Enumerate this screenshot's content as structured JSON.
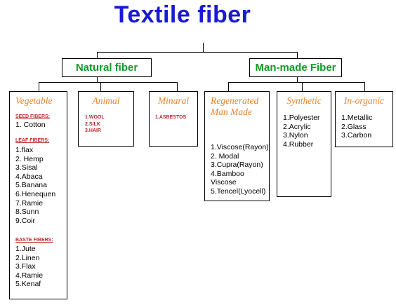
{
  "title": "Textile fiber",
  "natural": {
    "label": "Natural fiber",
    "vegetable": {
      "title": "Vegetable",
      "seed_head": "SEED FIBERS:",
      "seed_items": [
        "1. Cotton"
      ],
      "leaf_head": "LEAF  FIBERS:",
      "leaf_items": [
        "1.flax",
        "2. Hemp",
        "3.Sisal",
        "4.Abaca",
        "5.Banana",
        "6.Henequen",
        "7.Ramie",
        "8.Sunn",
        "9.Coir"
      ],
      "baste_head": "BASTE FIBERS:",
      "baste_items": [
        "1.Jute",
        "2.Linen",
        "3.Flax",
        "4.Ramie",
        "5.Kenaf"
      ]
    },
    "animal": {
      "title": "Animal",
      "items": [
        "1.WOOL",
        "2.SILK",
        "3.HAIR"
      ]
    },
    "mineral": {
      "title": "Minaral",
      "items": [
        "1.ASBESTOS"
      ]
    }
  },
  "manmade": {
    "label": "Man-made Fiber",
    "regenerated": {
      "title_line1": "Regenerated",
      "title_line2": "Man Made",
      "items": [
        "1.Viscose(Rayon)",
        "2. Modal",
        "3.Cupra(Rayon)",
        "4.Bamboo",
        "Viscose",
        "5.Tencel(Lyocell)"
      ]
    },
    "synthetic": {
      "title": "Synthetic",
      "items": [
        "1.Polyester",
        "2.Acrylic",
        "3.Nylon",
        "4.Rubber"
      ]
    },
    "inorganic": {
      "title": "In-organic",
      "items": [
        "1.Metallic",
        "2.Glass",
        "3.Carbon"
      ]
    }
  },
  "colors": {
    "title": "#1a1ad6",
    "top_label": "#129a2a",
    "category_title": "#e8852f",
    "sub_heading": "#c0282c"
  }
}
